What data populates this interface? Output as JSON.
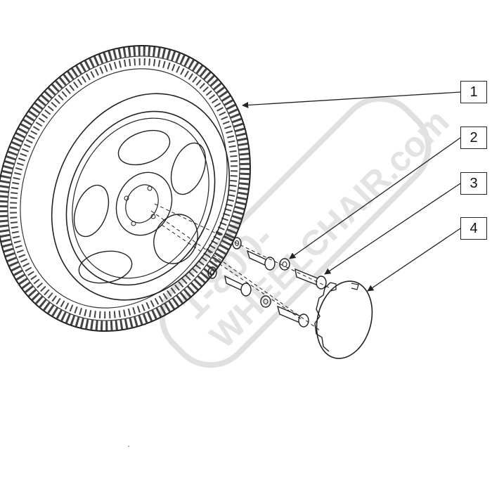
{
  "diagram": {
    "callouts": [
      {
        "id": "callout-1",
        "label": "1"
      },
      {
        "id": "callout-2",
        "label": "2"
      },
      {
        "id": "callout-3",
        "label": "3"
      },
      {
        "id": "callout-4",
        "label": "4"
      }
    ]
  },
  "watermark": {
    "text_line1": "1-800-",
    "text_line2": "WHEELCHAIR.com",
    "color": "#e3e3e3"
  },
  "colors": {
    "line": "#222222",
    "tire_tread": "#444444"
  }
}
